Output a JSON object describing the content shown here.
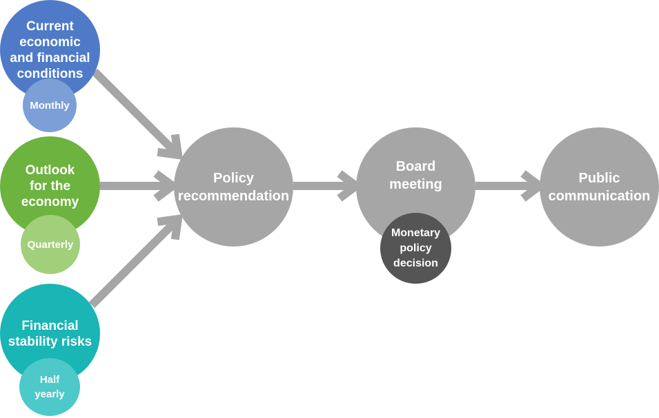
{
  "colors": {
    "arrow": "#a6a6a6",
    "process": "#a6a6a6",
    "decision": "#555555",
    "current": "#4e7ac7",
    "monthly": "#7b9fd6",
    "outlook": "#6cb33f",
    "quarterly": "#a2cf7a",
    "financial": "#1ab5b5",
    "half_yearly": "#4dc9c9"
  },
  "inputs": [
    {
      "label": "Current\neconomic\nand financial\nconditions",
      "frequency": "Monthly"
    },
    {
      "label": "Outlook\nfor the\neconomy",
      "frequency": "Quarterly"
    },
    {
      "label": "Financial\nstability risks",
      "frequency": "Half\nyearly"
    }
  ],
  "process": [
    {
      "label": "Policy\nrecommendation"
    },
    {
      "label": "Board\nmeeting",
      "sub": "Monetary\npolicy\ndecision"
    },
    {
      "label": "Public\ncommunication"
    }
  ]
}
